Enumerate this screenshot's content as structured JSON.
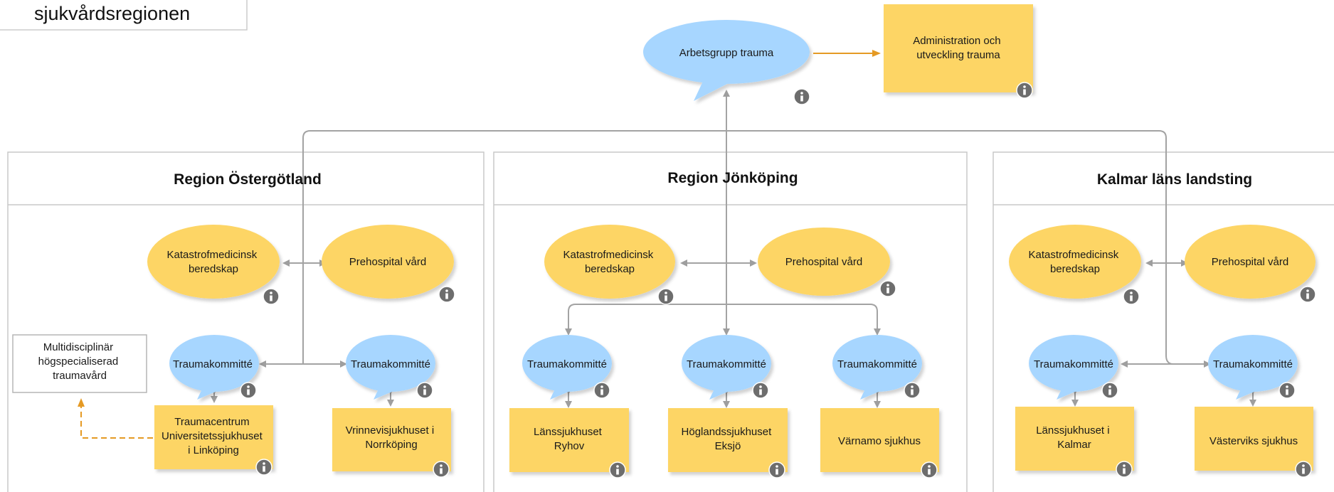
{
  "header": {
    "title_line": "sjukvårdsregionen"
  },
  "top": {
    "workgroup": "Arbetsgrupp trauma",
    "admin": [
      "Administration och",
      "utveckling trauma"
    ]
  },
  "regions": [
    {
      "name": "Region Östergötland",
      "katastrof": [
        "Katastrofmedicinsk",
        "beredskap"
      ],
      "prehospital": "Prehospital vård",
      "committees": [
        "Traumakommitté",
        "Traumakommitté"
      ],
      "hospitals": [
        [
          "Traumacentrum",
          "Universitetssjukhuset",
          "i Linköping"
        ],
        [
          "Vrinnevisjukhuset i",
          "Norrköping"
        ]
      ],
      "extra": [
        "Multidisciplinär",
        "högspecialiserad",
        "traumavård"
      ]
    },
    {
      "name": "Region Jönköping",
      "katastrof": [
        "Katastrofmedicinsk",
        "beredskap"
      ],
      "prehospital": "Prehospital vård",
      "committees": [
        "Traumakommitté",
        "Traumakommitté",
        "Traumakommitté"
      ],
      "hospitals": [
        [
          "Länssjukhuset",
          "Ryhov"
        ],
        [
          "Höglandssjukhuset",
          "Eksjö"
        ],
        [
          "Värnamo sjukhus"
        ]
      ]
    },
    {
      "name": "Kalmar läns  landsting",
      "katastrof": [
        "Katastrofmedicinsk",
        "beredskap"
      ],
      "prehospital": "Prehospital vård",
      "committees": [
        "Traumakommitté",
        "Traumakommitté"
      ],
      "hospitals": [
        [
          "Länssjukhuset i",
          "Kalmar"
        ],
        [
          "Västerviks sjukhus"
        ]
      ]
    }
  ],
  "colors": {
    "blue_bubble": "#a7d6ff",
    "yellow": "#fdd565",
    "line": "#a3a3a3",
    "orange": "#e59a24",
    "frame": "#c8c8c8"
  },
  "icons": {
    "info": "info-icon"
  }
}
